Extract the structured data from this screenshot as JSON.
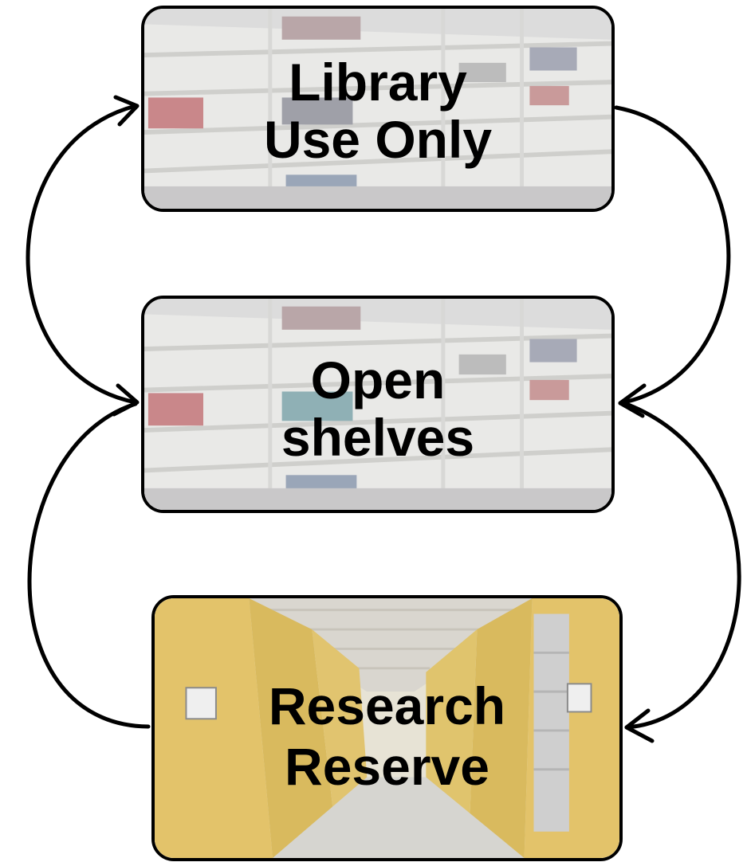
{
  "boxes": {
    "library": {
      "line1": "Library",
      "line2": "Use Only"
    },
    "open": {
      "line1": "Open",
      "line2": "shelves"
    },
    "research": {
      "line1": "Research",
      "line2": "Reserve"
    }
  },
  "colors": {
    "stroke": "#000000",
    "shelf_background": "#e6e6e4",
    "research_background": "#e4d28f"
  }
}
